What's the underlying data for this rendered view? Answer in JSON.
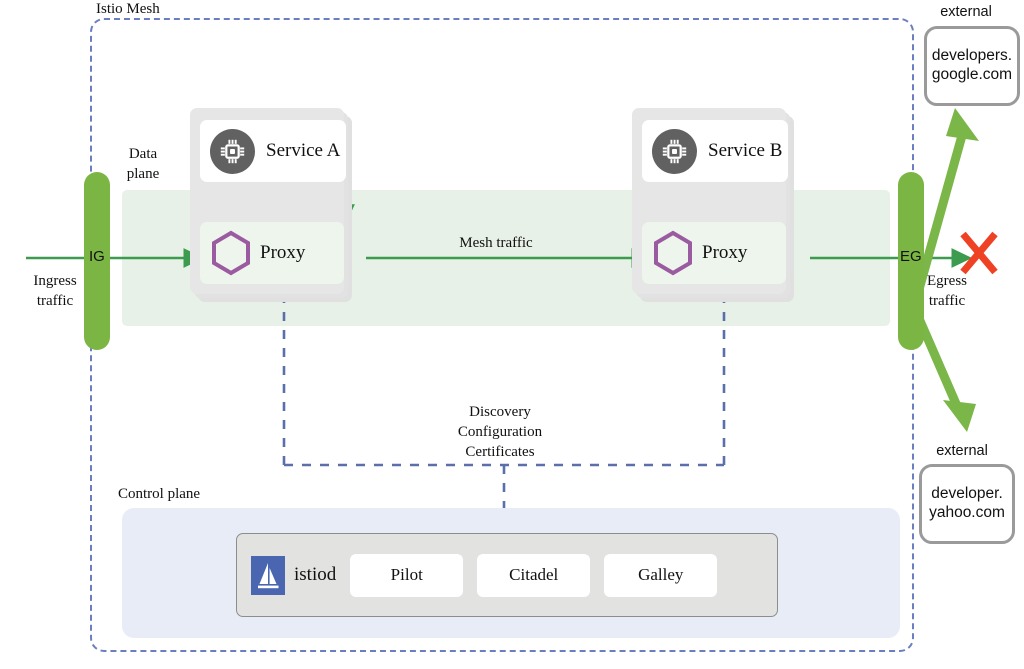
{
  "diagram": {
    "title": "Istio Mesh",
    "mesh_label": "Istio Mesh",
    "data_plane_label": "Data\nplane",
    "control_plane_label": "Control plane",
    "colors": {
      "mesh_border": "#6b7fc0",
      "data_plane_band": "#e7f1e7",
      "control_plane_panel": "#e8ecf7",
      "gateway_green": "#7bb544",
      "traffic_green": "#3d9b4f",
      "external_arrow_green": "#7ab648",
      "proxy_hex_purple": "#9b5ba0",
      "service_icon_gray": "#616161",
      "block_x_red": "#ef4123",
      "istiod_blue": "#4a66b0",
      "pod_gray": "#e4e4e4"
    }
  },
  "gateways": {
    "ingress": {
      "code": "IG",
      "caption": "Ingress\ntraffic"
    },
    "egress": {
      "code": "EG",
      "caption": "Egress\ntraffic"
    }
  },
  "pods": [
    {
      "service_name": "Service A",
      "proxy_name": "Proxy",
      "service_icon": "cpu-chip-icon",
      "proxy_icon": "envoy-hexagon-icon"
    },
    {
      "service_name": "Service B",
      "proxy_name": "Proxy",
      "service_icon": "cpu-chip-icon",
      "proxy_icon": "envoy-hexagon-icon"
    }
  ],
  "flows": {
    "mesh_traffic": "Mesh traffic",
    "discovery": "Discovery\nConfiguration\nCertificates",
    "discovery_lines": [
      "Discovery",
      "Configuration",
      "Certificates"
    ]
  },
  "control_plane": {
    "label": "Control plane",
    "istiod": {
      "name": "istiod",
      "logo": "istio-sailboat-logo"
    },
    "components": [
      "Pilot",
      "Citadel",
      "Galley"
    ]
  },
  "external": [
    {
      "caption": "external",
      "host_lines": [
        "developers.",
        "google.com"
      ],
      "host": "developers.google.com"
    },
    {
      "caption": "external",
      "host_lines": [
        "developer.",
        "yahoo.com"
      ],
      "host": "developer.yahoo.com"
    }
  ],
  "markers": {
    "blocked": "X"
  }
}
